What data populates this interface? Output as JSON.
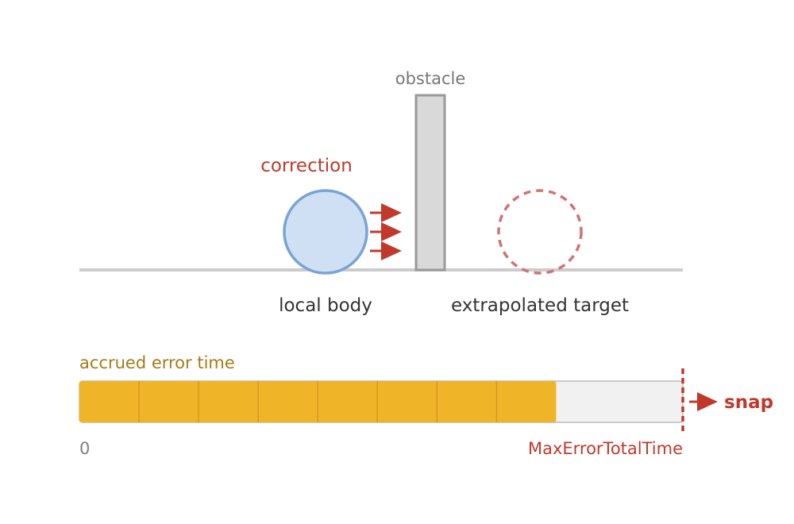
{
  "labels": {
    "obstacle": "obstacle",
    "correction": "correction",
    "local_body": "local body",
    "extrapolated_target": "extrapolated target",
    "accrued_error_time": "accrued error time",
    "zero": "0",
    "max_error_total_time": "MaxErrorTotalTime",
    "snap": "snap"
  },
  "error_bar": {
    "fill_fraction": 0.79,
    "segments": 8
  },
  "colors": {
    "ground": "#cccccc",
    "obstacle_fill": "#d9d9d9",
    "obstacle_stroke": "#999999",
    "body_fill": "#cfe0f5",
    "body_stroke": "#7aa3d6",
    "target_stroke": "#d27272",
    "arrow": "#c0392b",
    "bar_fill": "#f0b429",
    "bar_tick": "#d9961e",
    "bar_empty": "#f1f1f1",
    "bar_border": "#bbbbbb",
    "limit_line": "#c0392b"
  },
  "icons": {
    "correction_arrows": "arrow-right-icon",
    "snap_arrow": "arrow-right-icon"
  }
}
